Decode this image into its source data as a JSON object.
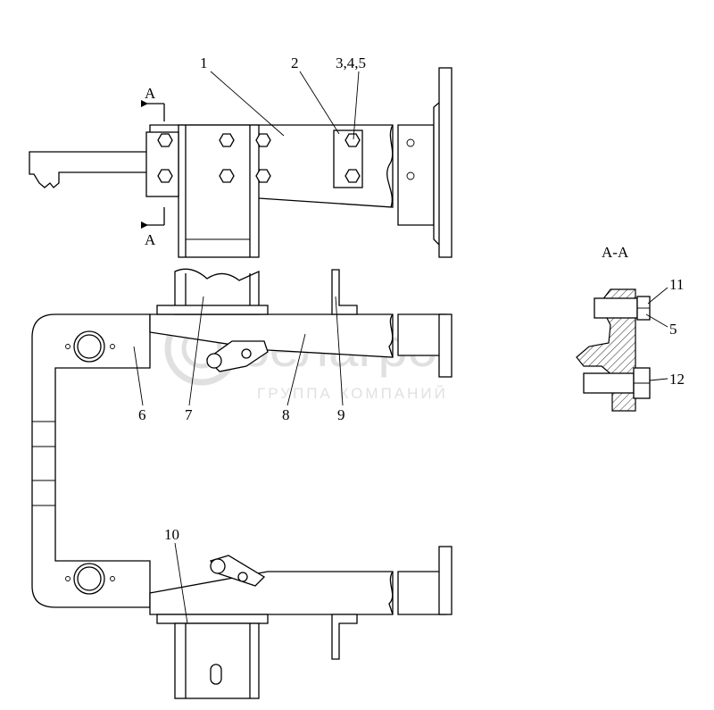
{
  "section": {
    "title": "A-A",
    "cut_mark": "A"
  },
  "callouts": [
    "1",
    "2",
    "3,4,5",
    "6",
    "7",
    "8",
    "9",
    "10",
    "11",
    "5",
    "12"
  ],
  "watermark": {
    "brand": "белагро",
    "subtitle": "ГРУППА КОМПАНИЙ"
  }
}
